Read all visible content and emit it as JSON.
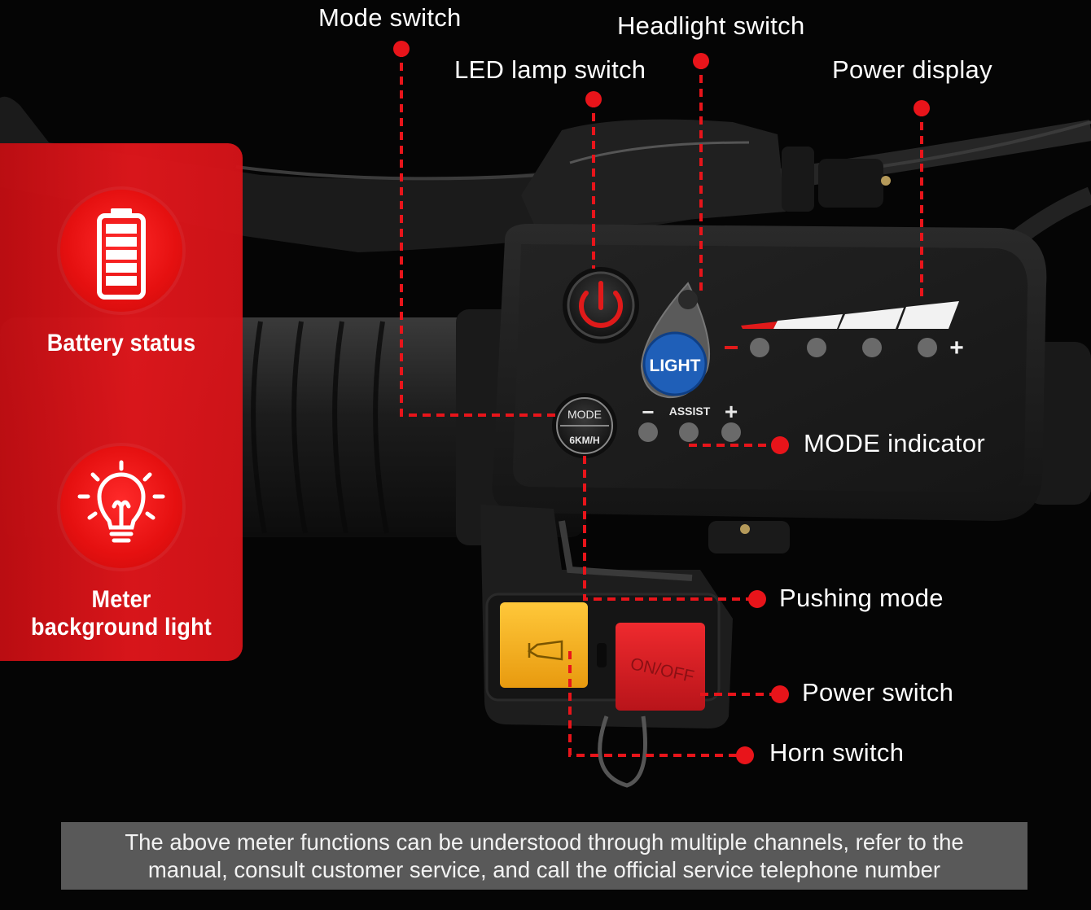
{
  "features": [
    {
      "icon": "battery-icon",
      "label": "Battery status"
    },
    {
      "icon": "lightbulb-icon",
      "label": "Meter\nbackground light"
    }
  ],
  "callouts": {
    "mode_switch": "Mode switch",
    "headlight_switch": "Headlight switch",
    "led_lamp_switch": "LED lamp switch",
    "power_display": "Power display",
    "mode_indicator": "MODE indicator",
    "pushing_mode": "Pushing mode",
    "power_switch": "Power switch",
    "horn_switch": "Horn switch"
  },
  "device_labels": {
    "light_button": "LIGHT",
    "mode_button": "MODE",
    "walk_button": "6KM/H",
    "assist": "ASSIST",
    "minus": "−",
    "plus": "+",
    "on_off": "ON/OFF"
  },
  "note": {
    "line1": "The above meter functions can be understood through multiple channels, refer to the",
    "line2": "manual, consult customer service, and call the official service telephone number"
  },
  "colors": {
    "accent_red": "#e11418",
    "callout_line": "#e8141a",
    "light_button_blue": "#1f5fb8",
    "horn_yellow": "#f3b21a",
    "switch_red": "#d91c22"
  }
}
